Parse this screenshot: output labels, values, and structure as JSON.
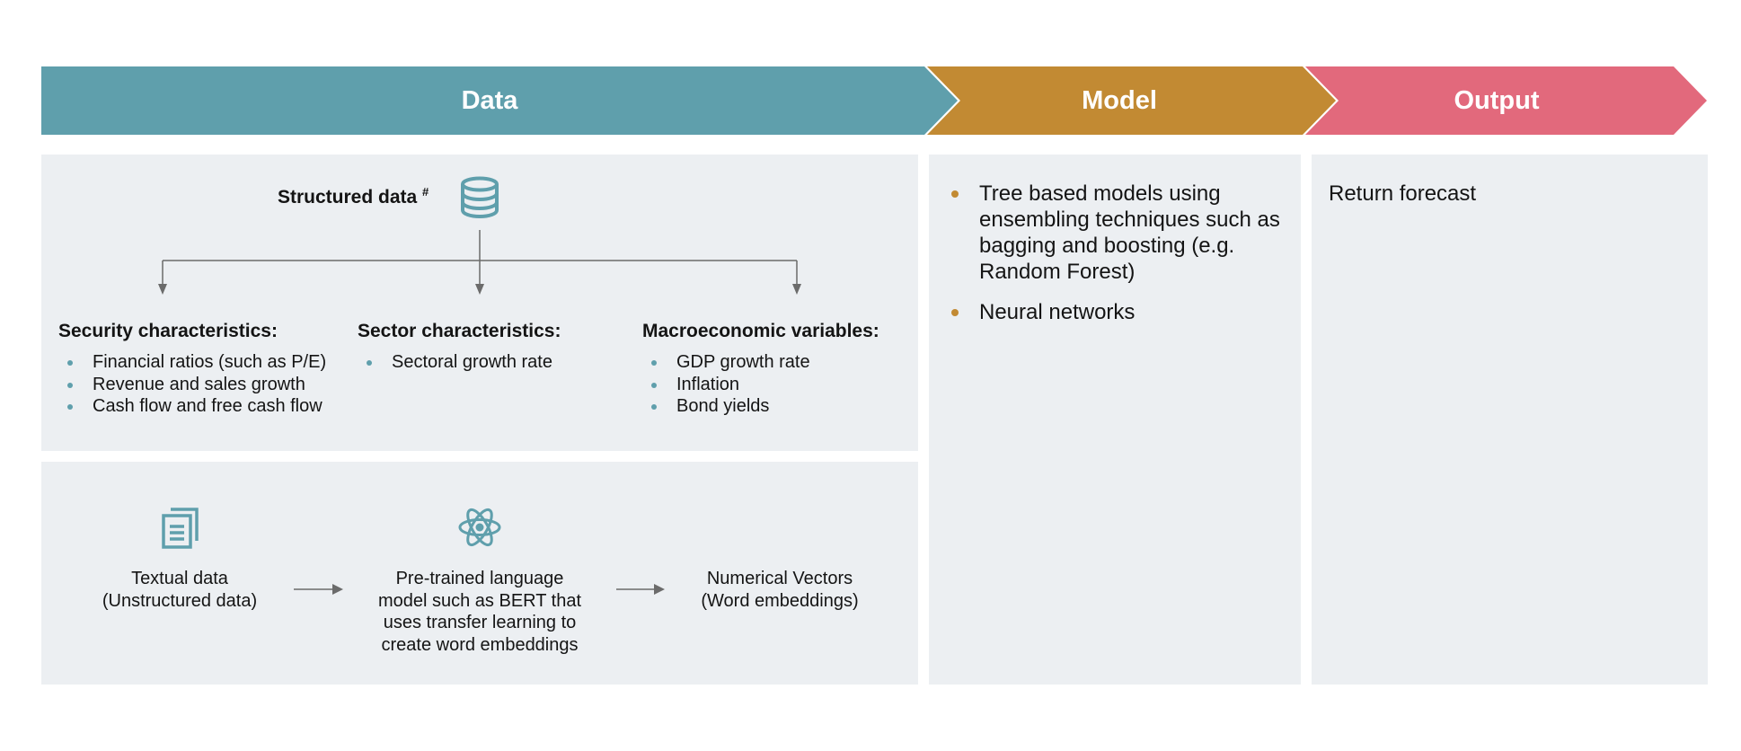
{
  "header": {
    "data_label": "Data",
    "model_label": "Model",
    "output_label": "Output",
    "colors": {
      "data": "#5f9fac",
      "model": "#c28a33",
      "output": "#e2697c",
      "panel": "#eceff2",
      "bullet_data": "#5f9fac",
      "bullet_model": "#c28a33",
      "connector": "#6b6b6b"
    }
  },
  "structured": {
    "title": "Structured data",
    "title_mark": "#",
    "icon": "database-icon",
    "columns": [
      {
        "title": "Security characteristics:",
        "items": [
          "Financial ratios (such as P/E)",
          "Revenue and sales growth",
          "Cash flow and free cash flow"
        ]
      },
      {
        "title": "Sector characteristics:",
        "items": [
          "Sectoral growth rate"
        ]
      },
      {
        "title": "Macroeconomic variables:",
        "items": [
          "GDP growth rate",
          "Inflation",
          "Bond yields"
        ]
      }
    ]
  },
  "unstructured": {
    "step1": {
      "icon": "documents-icon",
      "line1": "Textual data",
      "line2": "(Unstructured data)"
    },
    "step2": {
      "icon": "atom-icon",
      "line1": "Pre-trained language",
      "line2": "model such as BERT that",
      "line3": "uses transfer learning to",
      "line4": "create word embeddings"
    },
    "step3": {
      "line1": "Numerical Vectors",
      "line2": "(Word embeddings)"
    }
  },
  "model": {
    "items": [
      "Tree based models using ensembling techniques such as bagging and boosting (e.g. Random Forest)",
      "Neural networks"
    ]
  },
  "output": {
    "text": "Return forecast"
  }
}
